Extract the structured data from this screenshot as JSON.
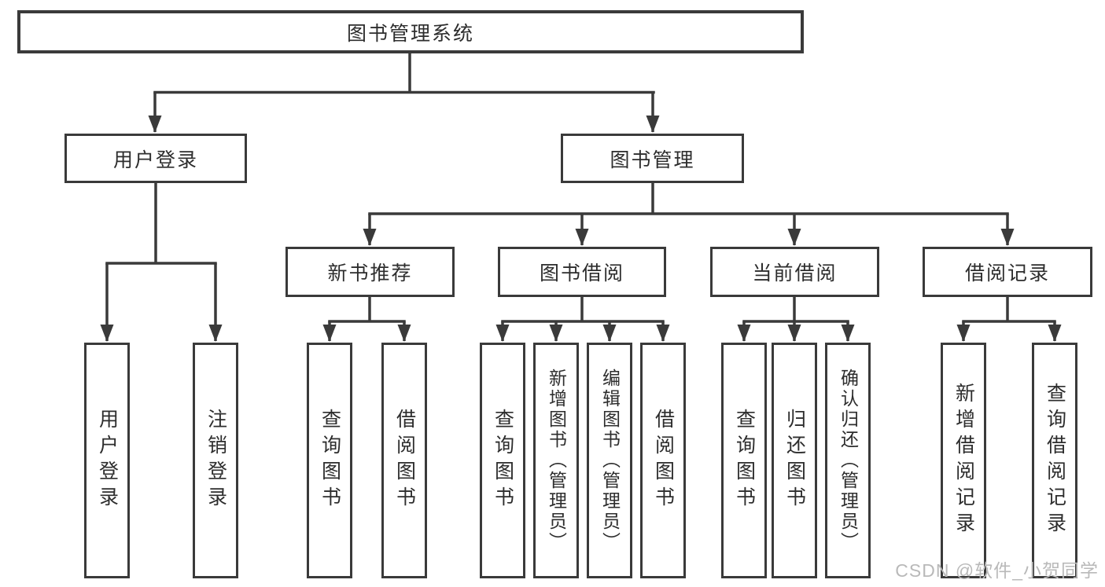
{
  "tree": {
    "root": {
      "label": "图书管理系统"
    },
    "branches": [
      {
        "label": "用户登录",
        "children": [
          {
            "label": "用户登录"
          },
          {
            "label": "注销登录"
          }
        ]
      },
      {
        "label": "图书管理",
        "groups": [
          {
            "label": "新书推荐",
            "children": [
              {
                "label": "查询图书"
              },
              {
                "label": "借阅图书"
              }
            ]
          },
          {
            "label": "图书借阅",
            "children": [
              {
                "label": "查询图书"
              },
              {
                "label": "新增图书（管理员）"
              },
              {
                "label": "编辑图书（管理员）"
              },
              {
                "label": "借阅图书"
              }
            ]
          },
          {
            "label": "当前借阅",
            "children": [
              {
                "label": "查询图书"
              },
              {
                "label": "归还图书"
              },
              {
                "label": "确认归还（管理员）"
              }
            ]
          },
          {
            "label": "借阅记录",
            "children": [
              {
                "label": "新增借阅记录"
              },
              {
                "label": "查询借阅记录"
              }
            ]
          }
        ]
      }
    ]
  },
  "watermark": {
    "text": "CSDN @软件_小贺同学"
  },
  "colors": {
    "line": "#3a3a3a",
    "text": "#2d2d2d",
    "watermark": "#b9b9b9",
    "background": "#ffffff"
  }
}
